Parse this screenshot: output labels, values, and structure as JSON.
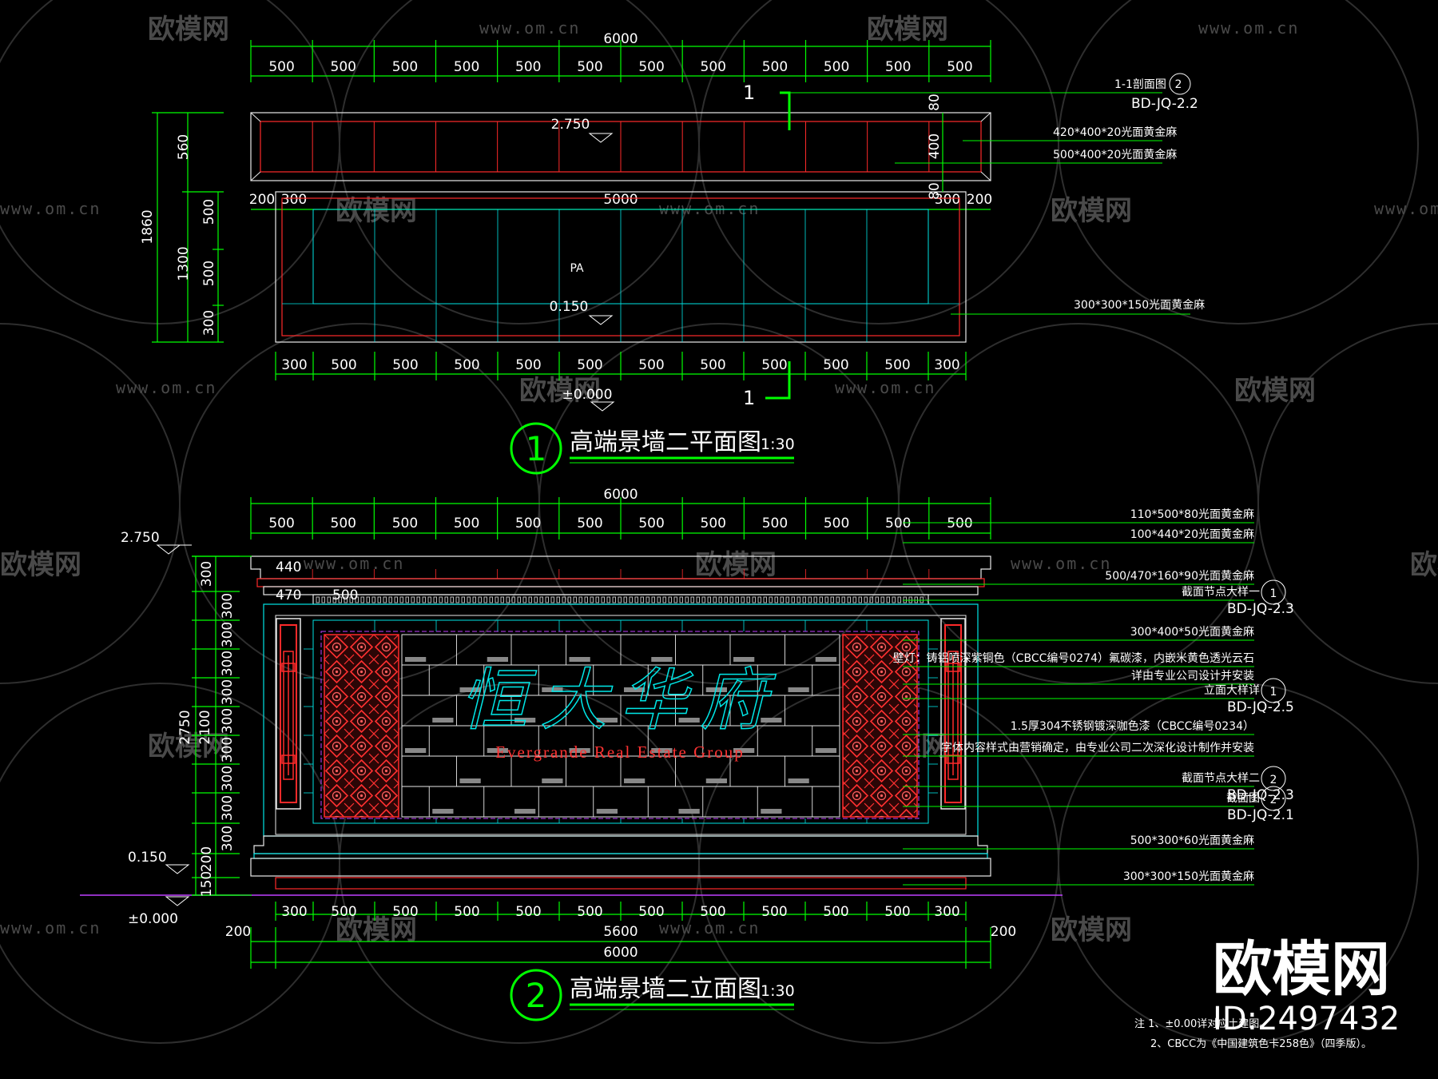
{
  "watermark": {
    "brand": "欧模网",
    "site": "www.om.cn",
    "id": "ID:2497432"
  },
  "plan": {
    "title": "高端景墙二平面图",
    "number": "1",
    "scale": "1:30",
    "dims": {
      "total": "6000",
      "module": "500",
      "inner": "5000",
      "edge": "300",
      "end": "200",
      "left_total": "1860",
      "left_top": "560",
      "left_mid": "1300",
      "right_top": "80",
      "right_mid": "400",
      "right_bot": "80"
    },
    "levels": {
      "top": "2.750",
      "pool": "0.150",
      "ground": "±0.000"
    },
    "pool_mark": "PA",
    "section_mark": "1",
    "callouts": [
      {
        "text": "1-1剖面图",
        "circle": "2",
        "ref": "BD-JQ-2.2"
      },
      {
        "text": "420*400*20光面黄金麻"
      },
      {
        "text": "500*400*20光面黄金麻"
      },
      {
        "text": "300*300*150光面黄金麻"
      }
    ]
  },
  "elevation": {
    "title": "高端景墙二立面图",
    "number": "2",
    "scale": "1:30",
    "dims": {
      "total": "6000",
      "module": "500",
      "inner": "5600",
      "edge": "300",
      "end": "200",
      "h440": "440",
      "h470": "470",
      "h500": "500",
      "left_total": "2750",
      "left_mid": "2100",
      "row": "300",
      "base1": "200",
      "base2": "150"
    },
    "levels": {
      "top": "2.750",
      "pool": "0.150",
      "ground": "±0.000"
    },
    "sign_cn": "恒大华府",
    "sign_en": "Evergrande Real Estate Group",
    "callouts": [
      {
        "text": "110*500*80光面黄金麻"
      },
      {
        "text": "100*440*20光面黄金麻"
      },
      {
        "text": "500/470*160*90光面黄金麻"
      },
      {
        "text": "截面节点大样一",
        "circle": "1",
        "ref": "BD-JQ-2.3"
      },
      {
        "text": "300*400*50光面黄金麻"
      },
      {
        "text": "壁灯：铸铝喷深紫铜色（CBCC编号0274）氟碳漆，内嵌米黄色透光云石"
      },
      {
        "text": "详由专业公司设计并安装"
      },
      {
        "text": "立面大样详",
        "circle": "1",
        "ref": "BD-JQ-2.5"
      },
      {
        "text": "1.5厚304不锈钢镀深咖色漆（CBCC编号0234）"
      },
      {
        "text": "字体内容样式由营销确定，由专业公司二次深化设计制作并安装"
      },
      {
        "text": "截面节点大样二",
        "circle": "2",
        "ref": "BD-JQ-2.3"
      },
      {
        "text": "截面图",
        "circle": "2",
        "ref": "BD-JQ-2.1"
      },
      {
        "text": "500*300*60光面黄金麻"
      },
      {
        "text": "300*300*150光面黄金麻"
      }
    ]
  },
  "notes": [
    "注 1、±0.00详对应土建图。",
    "2、CBCC为《中国建筑色卡258色》（四季版）。"
  ]
}
